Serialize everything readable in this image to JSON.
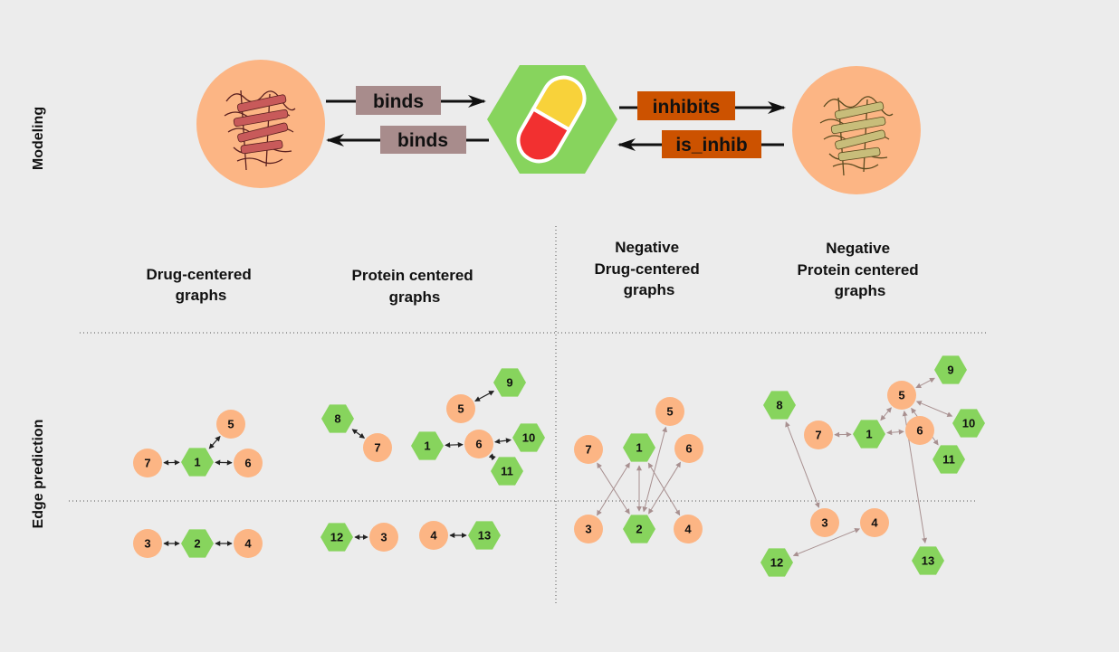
{
  "row_labels": {
    "modeling": "Modeling",
    "edge_prediction": "Edge prediction"
  },
  "modeling": {
    "relations": [
      "binds",
      "binds",
      "inhibits",
      "is_inhib"
    ]
  },
  "columns": [
    [
      "Drug-centered",
      "graphs"
    ],
    [
      "Protein centered",
      "graphs"
    ],
    [
      "Negative",
      "Drug-centered",
      "graphs"
    ],
    [
      "Negative",
      "Protein centered",
      "graphs"
    ]
  ],
  "colors": {
    "protein_node": "#fcb584",
    "drug_node": "#87d45d",
    "binds_box": "#a88c8c",
    "inhibits_box": "#cc5200",
    "background": "#ececec"
  },
  "graphs": {
    "drug_centered": {
      "nodes": [
        {
          "id": "5",
          "shape": "circle"
        },
        {
          "id": "7",
          "shape": "circle"
        },
        {
          "id": "1",
          "shape": "hex"
        },
        {
          "id": "6",
          "shape": "circle"
        },
        {
          "id": "3",
          "shape": "circle"
        },
        {
          "id": "2",
          "shape": "hex"
        },
        {
          "id": "4",
          "shape": "circle"
        }
      ],
      "edges": [
        [
          "7",
          "1"
        ],
        [
          "1",
          "6"
        ],
        [
          "1",
          "5"
        ],
        [
          "3",
          "2"
        ],
        [
          "2",
          "4"
        ]
      ]
    },
    "protein_centered": {
      "nodes": [
        {
          "id": "8",
          "shape": "hex"
        },
        {
          "id": "7",
          "shape": "circle"
        },
        {
          "id": "5",
          "shape": "circle"
        },
        {
          "id": "9",
          "shape": "hex"
        },
        {
          "id": "1",
          "shape": "hex"
        },
        {
          "id": "6",
          "shape": "circle"
        },
        {
          "id": "10",
          "shape": "hex"
        },
        {
          "id": "11",
          "shape": "hex"
        },
        {
          "id": "12",
          "shape": "hex"
        },
        {
          "id": "3",
          "shape": "circle"
        },
        {
          "id": "4",
          "shape": "circle"
        },
        {
          "id": "13",
          "shape": "hex"
        }
      ],
      "edges": [
        [
          "8",
          "7"
        ],
        [
          "5",
          "9"
        ],
        [
          "1",
          "6"
        ],
        [
          "6",
          "10"
        ],
        [
          "6",
          "11"
        ],
        [
          "12",
          "3"
        ],
        [
          "4",
          "13"
        ]
      ]
    },
    "negative_drug_centered": {
      "nodes": [
        {
          "id": "5",
          "shape": "circle"
        },
        {
          "id": "7",
          "shape": "circle"
        },
        {
          "id": "1",
          "shape": "hex"
        },
        {
          "id": "6",
          "shape": "circle"
        },
        {
          "id": "3",
          "shape": "circle"
        },
        {
          "id": "2",
          "shape": "hex"
        },
        {
          "id": "4",
          "shape": "circle"
        }
      ],
      "edges": [
        [
          "7",
          "2"
        ],
        [
          "3",
          "1"
        ],
        [
          "1",
          "2"
        ],
        [
          "1",
          "4"
        ],
        [
          "2",
          "5"
        ],
        [
          "2",
          "6"
        ]
      ]
    },
    "negative_protein_centered": {
      "nodes": [
        {
          "id": "8",
          "shape": "hex"
        },
        {
          "id": "7",
          "shape": "circle"
        },
        {
          "id": "1",
          "shape": "hex"
        },
        {
          "id": "5",
          "shape": "circle"
        },
        {
          "id": "9",
          "shape": "hex"
        },
        {
          "id": "6",
          "shape": "circle"
        },
        {
          "id": "10",
          "shape": "hex"
        },
        {
          "id": "11",
          "shape": "hex"
        },
        {
          "id": "3",
          "shape": "circle"
        },
        {
          "id": "4",
          "shape": "circle"
        },
        {
          "id": "12",
          "shape": "hex"
        },
        {
          "id": "13",
          "shape": "hex"
        }
      ],
      "edges": [
        [
          "8",
          "3"
        ],
        [
          "1",
          "7"
        ],
        [
          "1",
          "5"
        ],
        [
          "1",
          "6"
        ],
        [
          "5",
          "9"
        ],
        [
          "5",
          "10"
        ],
        [
          "5",
          "11"
        ],
        [
          "5",
          "13"
        ],
        [
          "12",
          "4"
        ]
      ]
    }
  }
}
